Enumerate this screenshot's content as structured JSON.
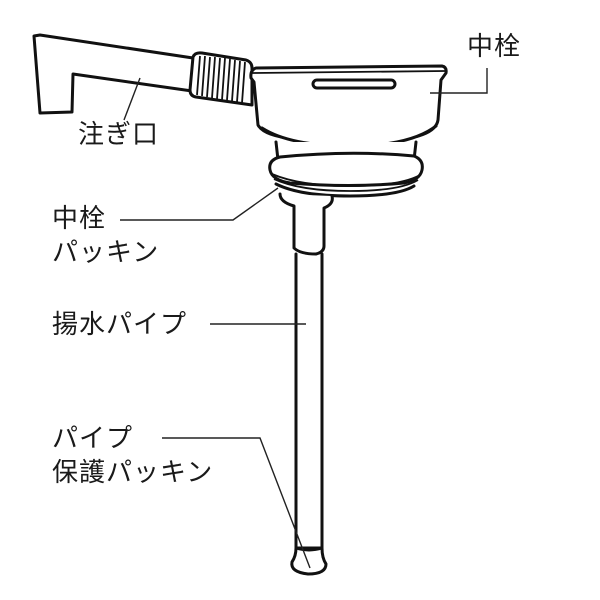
{
  "diagram": {
    "type": "parts-diagram",
    "subject": "pump top assembly (spout, center plug, gasket, pipe)",
    "labels": [
      {
        "id": "spout",
        "lines": [
          "注ぎ口"
        ]
      },
      {
        "id": "center_plug",
        "lines": [
          "中栓"
        ]
      },
      {
        "id": "center_plug_gasket",
        "lines": [
          "中栓",
          "パッキン"
        ]
      },
      {
        "id": "pumping_pipe",
        "lines": [
          "揚水パイプ"
        ]
      },
      {
        "id": "pipe_protection_gasket",
        "lines": [
          "パイプ",
          "保護パッキン"
        ]
      }
    ],
    "colors": {
      "ink": "#111111",
      "background": "#ffffff"
    }
  }
}
